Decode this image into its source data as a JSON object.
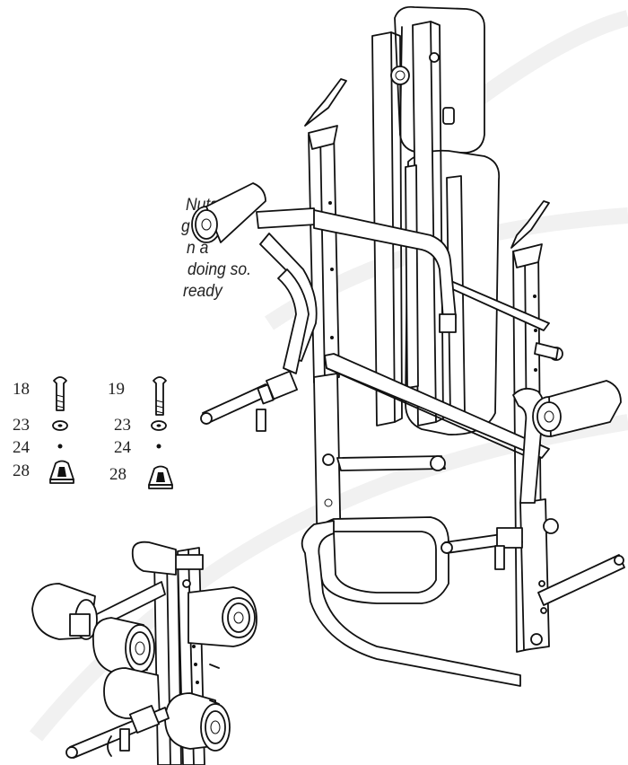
{
  "instructions_text": {
    "lines": [
      "Nuts",
      "g that",
      "n a",
      "doing so.",
      "ready"
    ]
  },
  "parts_group_a": {
    "bolt_number": "18",
    "washer_number": "23",
    "nut_number": "24",
    "cap_number": "28"
  },
  "parts_group_b": {
    "bolt_number": "19",
    "washer_number": "23",
    "nut_number": "24",
    "cap_number": "28"
  },
  "illustrations": {
    "main": "weight-bench-assembly",
    "detail": "leg-developer-detail"
  }
}
